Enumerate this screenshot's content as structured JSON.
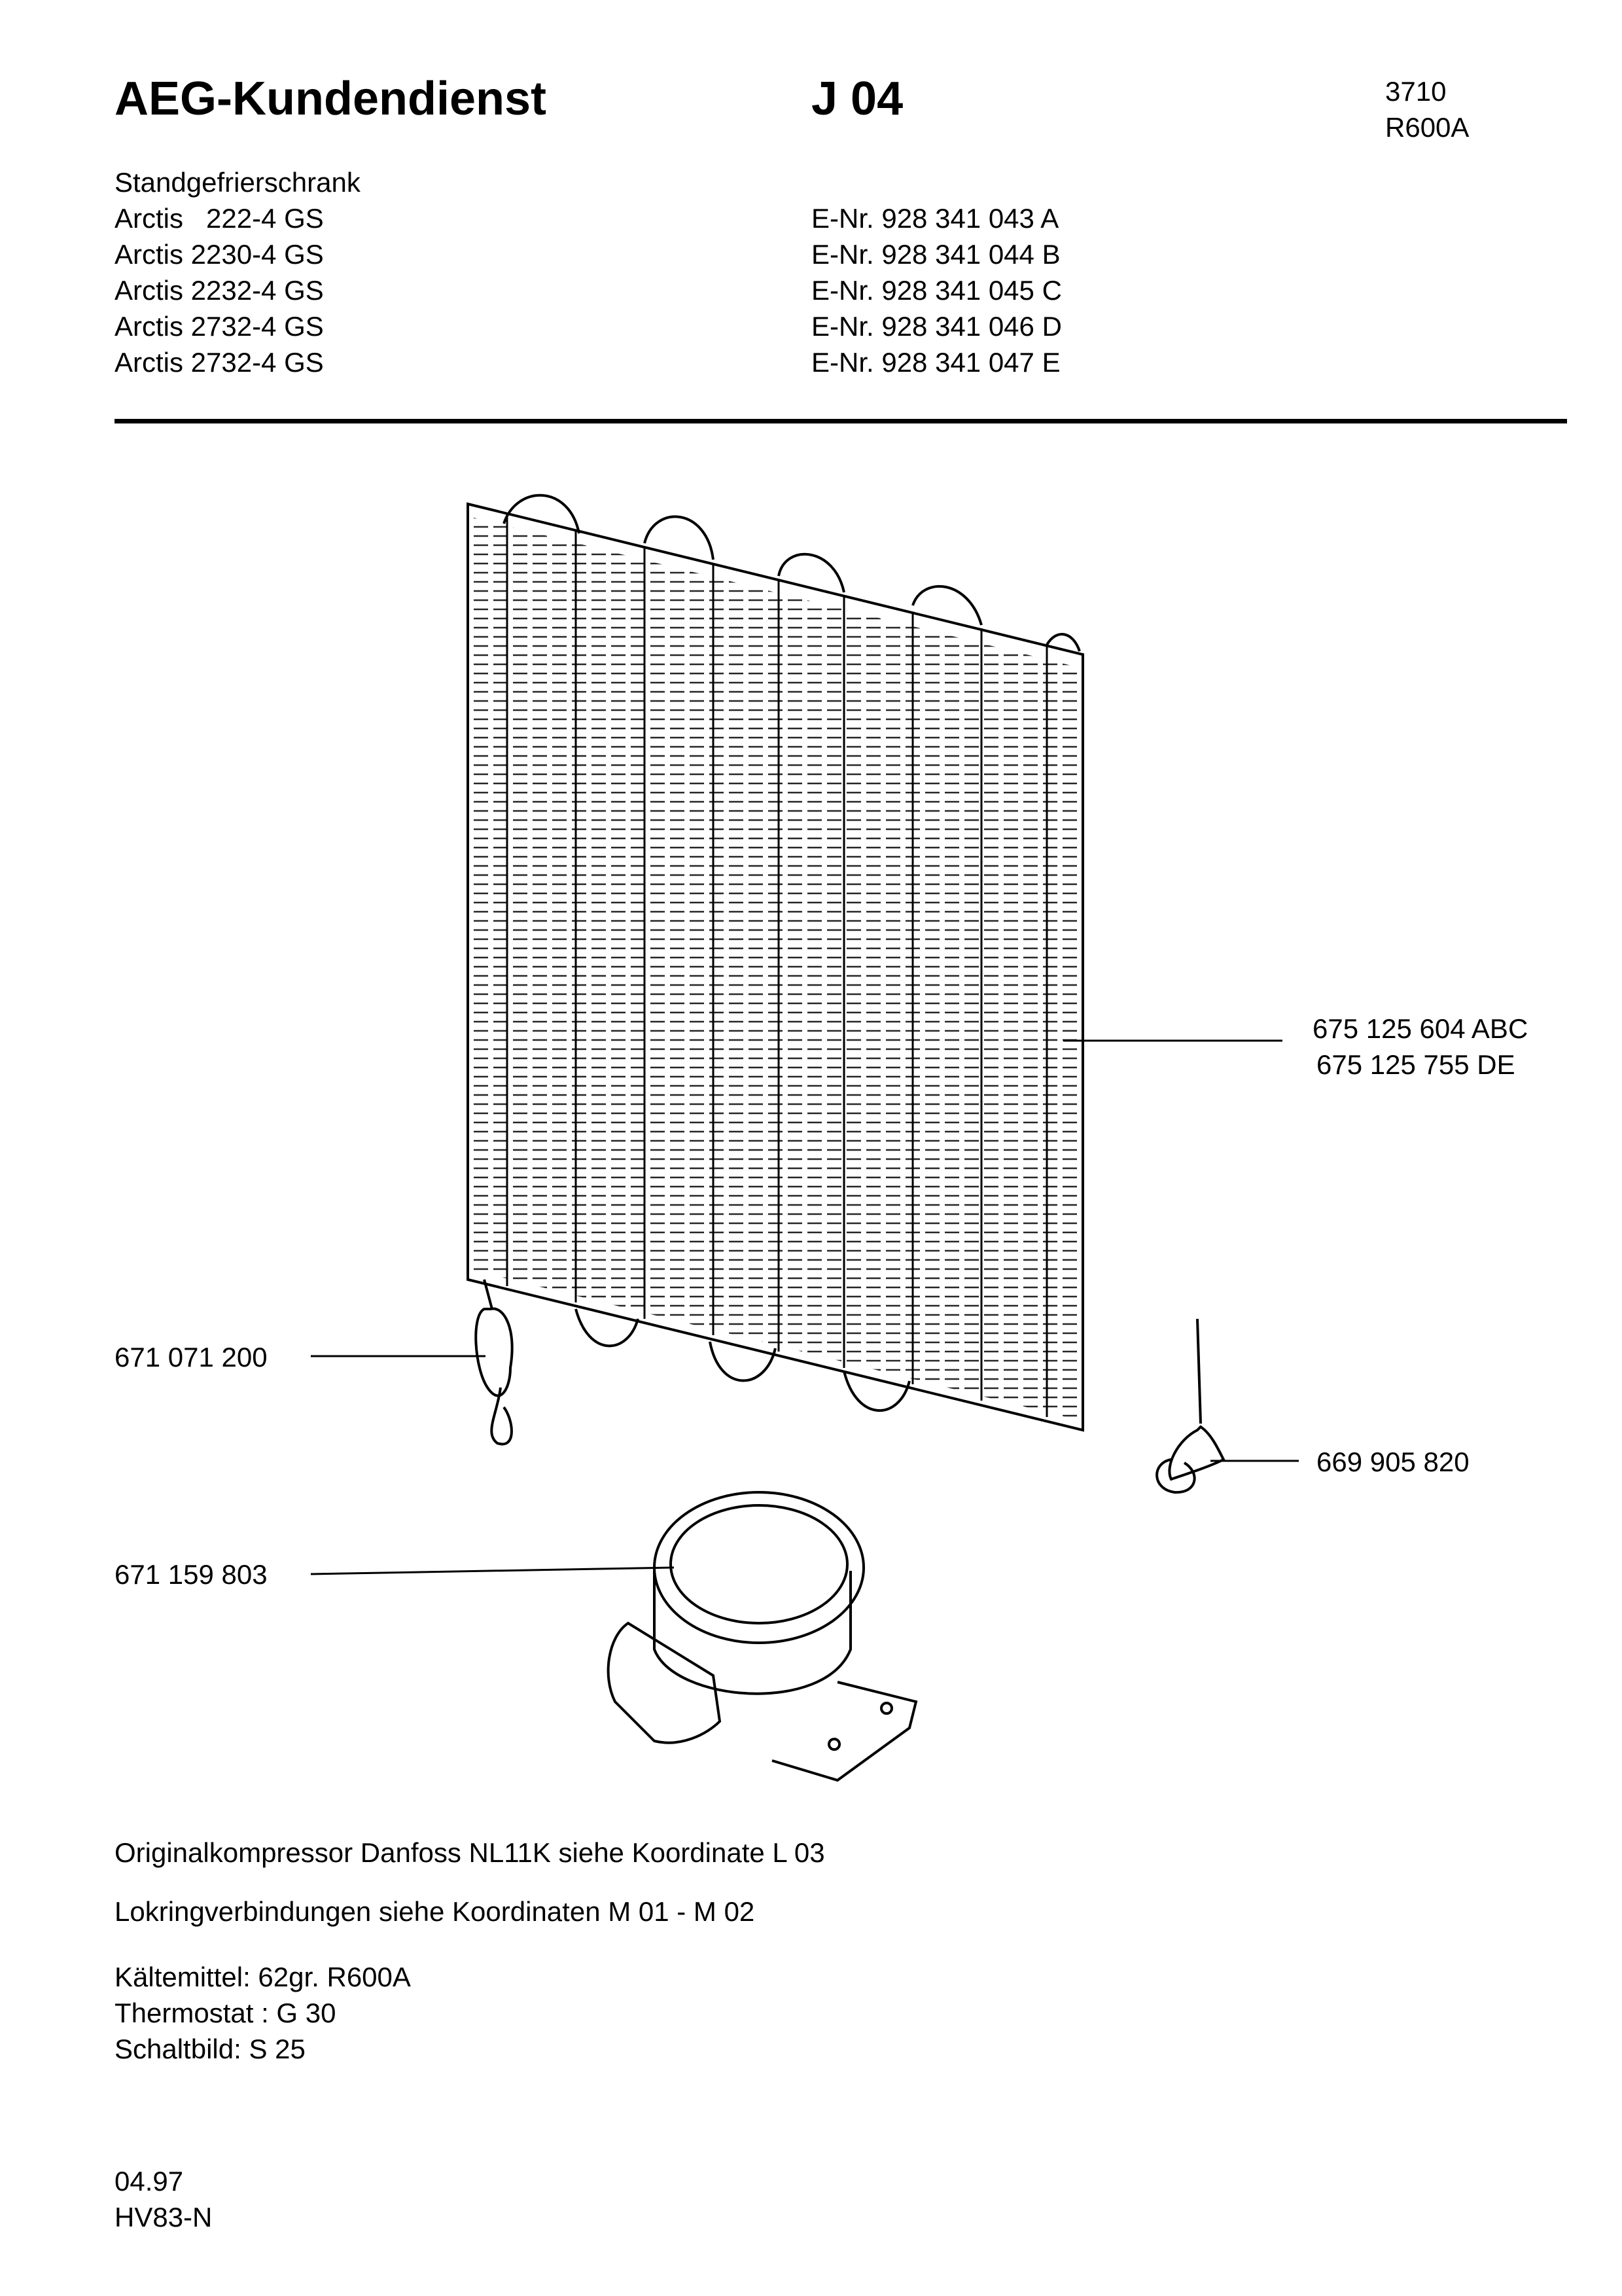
{
  "header": {
    "brand": "AEG-Kundendienst",
    "coordinate": "J 04",
    "code": "3710",
    "refrigerant_code": "R600A"
  },
  "appliance": {
    "type": "Standgefrierschrank",
    "models": [
      {
        "name": "Arctis   222-4 GS",
        "enr": "E-Nr. 928 341 043 A"
      },
      {
        "name": "Arctis 2230-4 GS",
        "enr": "E-Nr. 928 341 044 B"
      },
      {
        "name": "Arctis 2232-4 GS",
        "enr": "E-Nr. 928 341 045 C"
      },
      {
        "name": "Arctis 2732-4 GS",
        "enr": "E-Nr. 928 341 046 D"
      },
      {
        "name": "Arctis 2732-4 GS",
        "enr": "E-Nr. 928 341 047 E"
      }
    ]
  },
  "parts": {
    "condenser_1": "675 125 604 ABC",
    "condenser_2": "675 125 755 DE",
    "drier": "671 071 200",
    "valve": "669 905 820",
    "compressor": "671 159 803"
  },
  "notes": {
    "compressor": "Originalkompressor Danfoss NL11K siehe Koordinate L 03",
    "lokring": "Lokringverbindungen siehe Koordinaten M 01 - M 02",
    "refrigerant": "Kältemittel: 62gr. R600A",
    "thermostat": "Thermostat : G 30",
    "wiring": "Schaltbild: S 25"
  },
  "footer": {
    "date": "04.97",
    "ref": "HV83-N"
  }
}
